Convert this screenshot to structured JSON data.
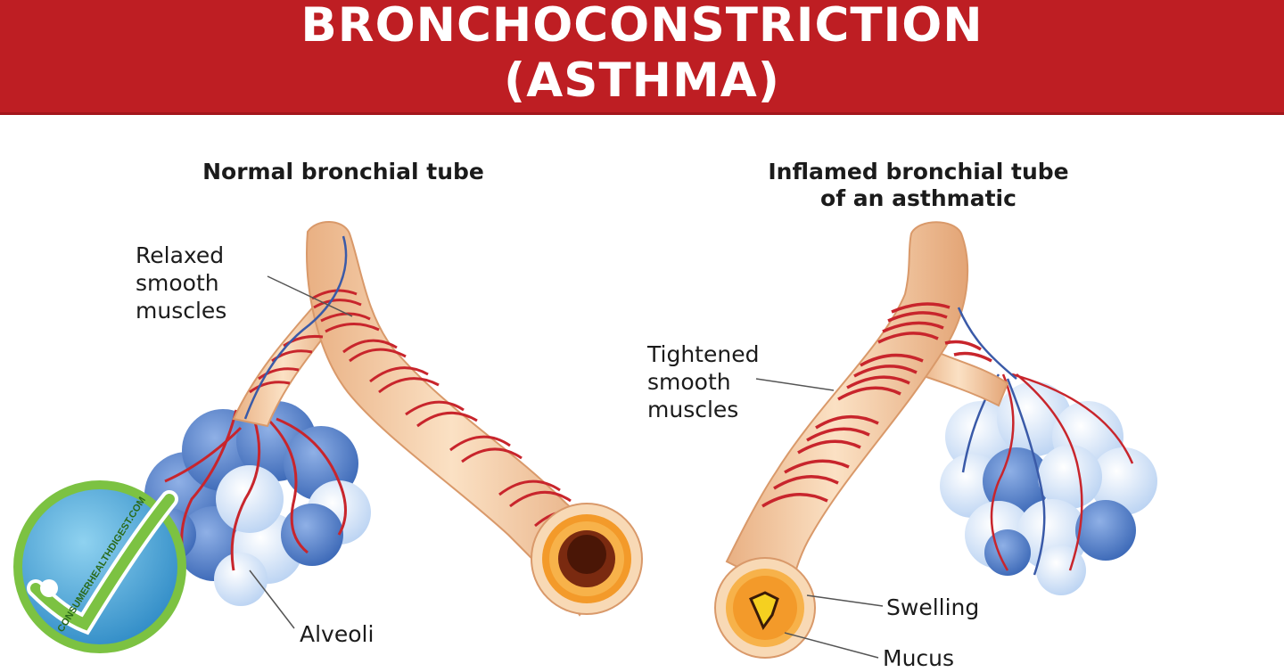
{
  "title": {
    "line1": "BRONCHOCONSTRICTION",
    "line2": "(ASTHMA)"
  },
  "left_panel": {
    "heading": "Normal bronchial tube",
    "label_muscle": [
      "Relaxed",
      "smooth",
      "muscles"
    ],
    "label_alveoli": "Alveoli"
  },
  "right_panel": {
    "heading_line1": "Inflamed bronchial tube",
    "heading_line2": "of an asthmatic",
    "label_muscle": [
      "Tightened",
      "smooth",
      "muscles"
    ],
    "label_swelling": "Swelling",
    "label_mucus": "Mucus"
  },
  "watermark": {
    "text": "CONSUMERHEALTHDIGEST.COM"
  },
  "colors": {
    "banner": "#be1e23",
    "tube": "#f5c9a0",
    "muscle": "#c8252c",
    "vein": "#3a5aa8",
    "alveoli_dark": "#4a78c4",
    "alveoli_light": "#d8e8fa",
    "mucus": "#f5d020",
    "swelling": "#f39a2a"
  }
}
